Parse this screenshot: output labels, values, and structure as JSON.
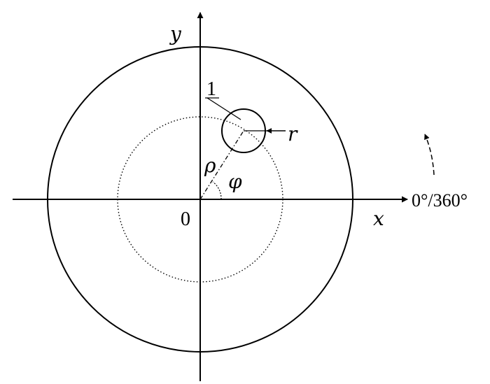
{
  "diagram": {
    "axes": {
      "x_label": "x",
      "y_label": "y",
      "origin_label": "0",
      "angle_reference_label": "0°/360°"
    },
    "labels": {
      "part_number": "1",
      "small_radius": "r",
      "radial_distance": "ρ",
      "polar_angle": "φ"
    },
    "colors": {
      "ink": "#000000",
      "background": "#ffffff"
    }
  }
}
